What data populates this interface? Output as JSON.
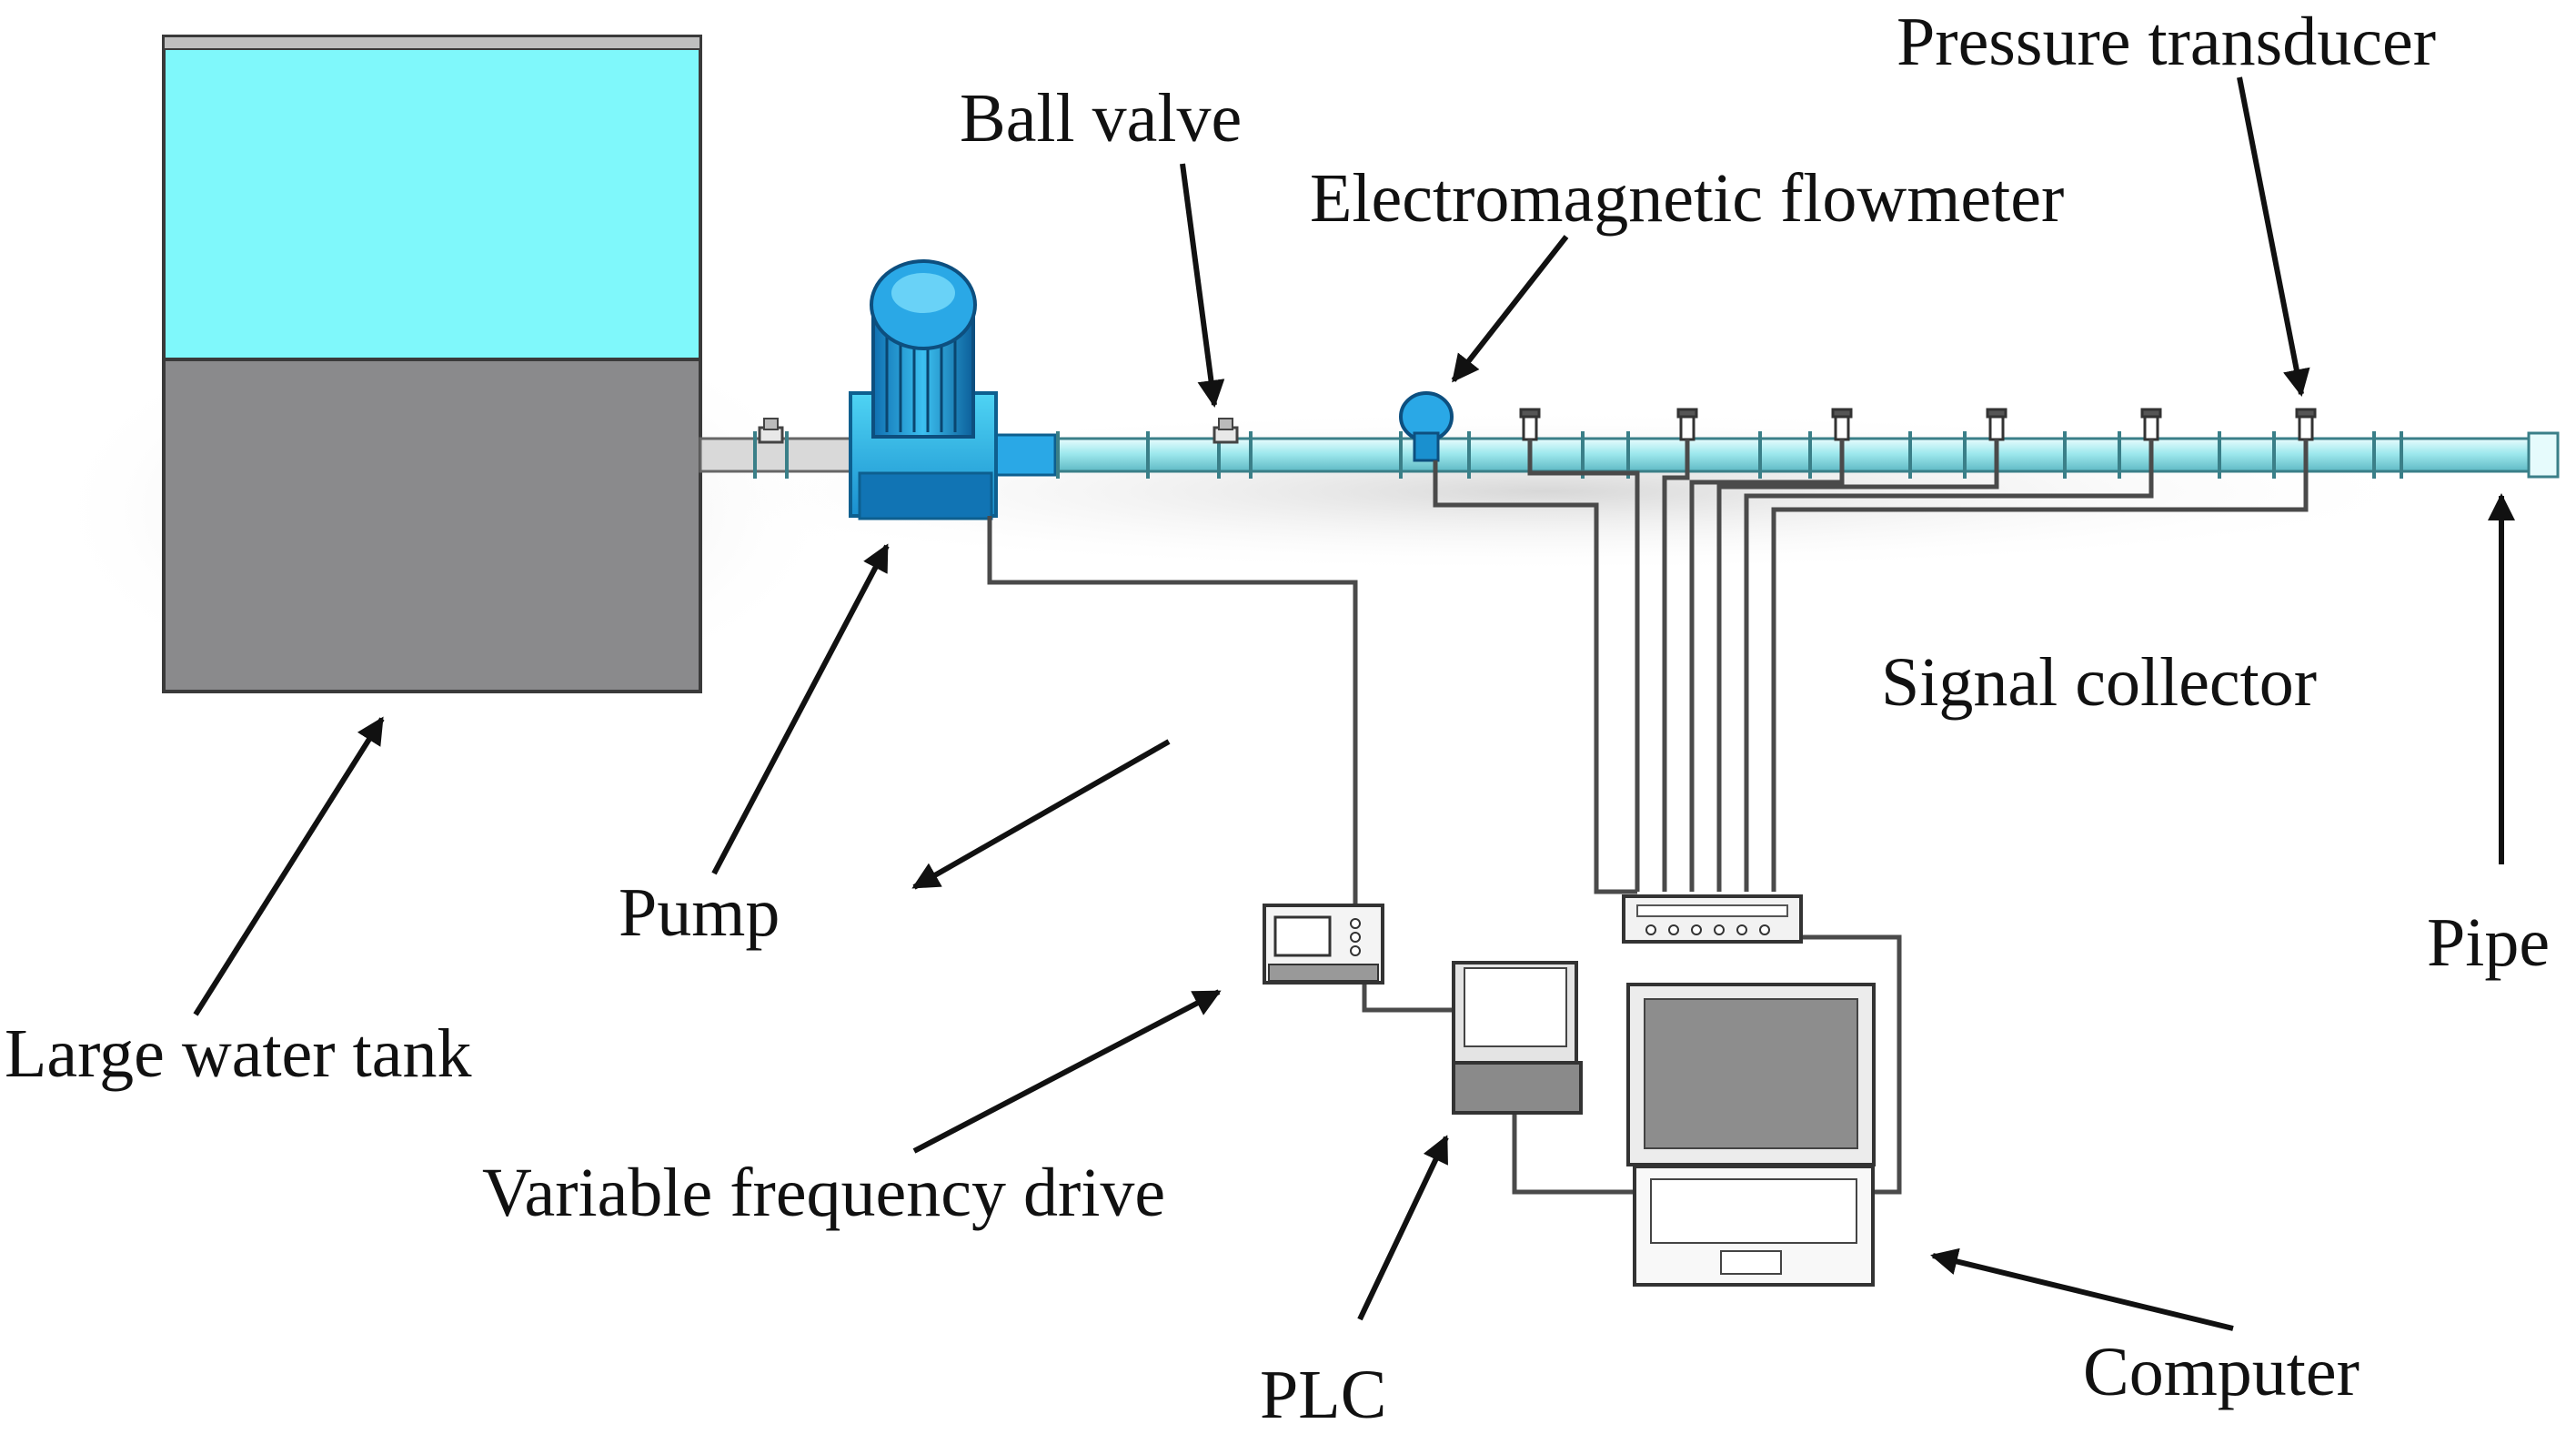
{
  "labels": {
    "pressure_transducer": "Pressure transducer",
    "ball_valve": "Ball valve",
    "flowmeter": "Electromagnetic flowmeter",
    "signal_collector": "Signal collector",
    "pump": "Pump",
    "pipe": "Pipe",
    "tank": "Large water tank",
    "vfd": "Variable frequency drive",
    "plc": "PLC",
    "computer": "Computer"
  },
  "colors": {
    "water": "#7ff8fb",
    "tank_body": "#8a8a8c",
    "pump_blue": "#2aa8e6",
    "pipe_cyan": "#b7f4f6",
    "cable": "#555555"
  }
}
